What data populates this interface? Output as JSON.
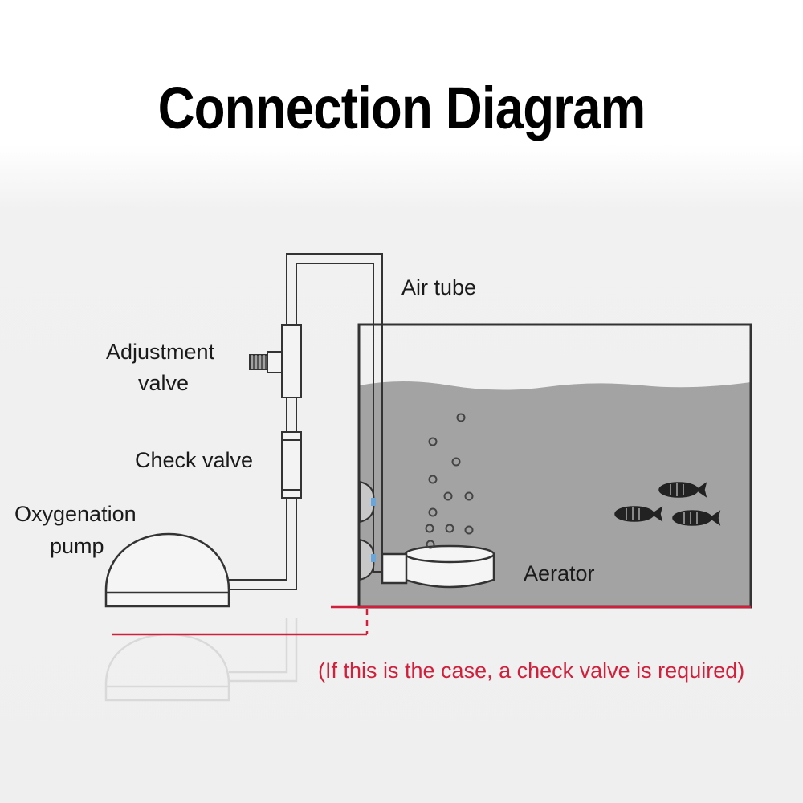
{
  "title": "Connection Diagram",
  "labels": {
    "air_tube": "Air tube",
    "adjustment_valve_line1": "Adjustment",
    "adjustment_valve_line2": "valve",
    "check_valve": "Check valve",
    "oxygenation_pump_line1": "Oxygenation",
    "oxygenation_pump_line2": "pump",
    "aerator": "Aerator"
  },
  "note": "(If this is the case, a check valve is required)",
  "colors": {
    "outline": "#333333",
    "water": "#a3a3a3",
    "warning_line": "#d0203c",
    "ghost_pump": "#dddddd"
  }
}
